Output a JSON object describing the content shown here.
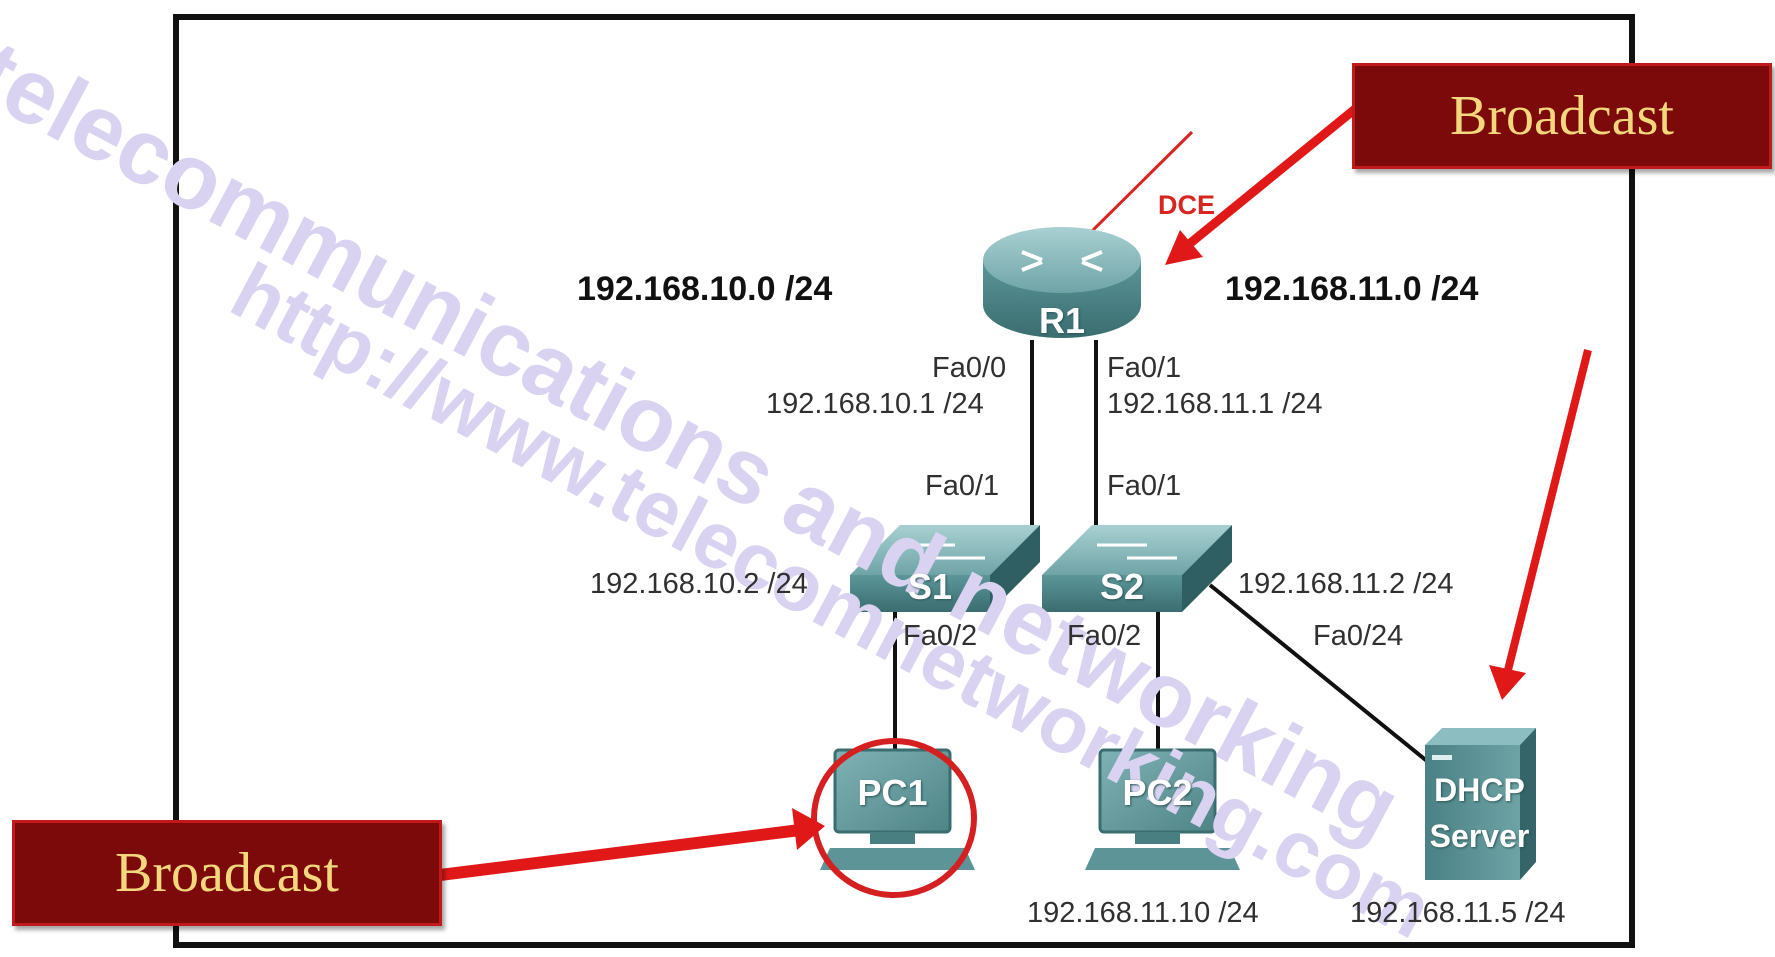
{
  "watermark": {
    "line1": "telecommunications and networking",
    "line2": "http://www.telecomnetworking.com"
  },
  "networks": {
    "left": "192.168.10.0 /24",
    "right": "192.168.11.0 /24"
  },
  "dce_label": "DCE",
  "devices": {
    "router": "R1",
    "switch1": "S1",
    "switch2": "S2",
    "pc1": "PC1",
    "pc2": "PC2",
    "server_line1": "DHCP",
    "server_line2": "Server"
  },
  "interfaces": {
    "r1_fa00": "Fa0/0",
    "r1_fa00_ip": "192.168.10.1 /24",
    "r1_fa01": "Fa0/1",
    "r1_fa01_ip": "192.168.11.1 /24",
    "s1_fa01": "Fa0/1",
    "s2_fa01": "Fa0/1",
    "s1_ip": "192.168.10.2 /24",
    "s2_ip": "192.168.11.2 /24",
    "s1_fa02": "Fa0/2",
    "s2_fa02": "Fa0/2",
    "s2_fa024": "Fa0/24"
  },
  "hosts": {
    "pc2_ip": "192.168.11.10 /24",
    "server_ip": "192.168.11.5 /24"
  },
  "callouts": {
    "top": "Broadcast",
    "bottom": "Broadcast"
  },
  "colors": {
    "device": "#4f8c8f",
    "callout_bg": "#7d0a0a",
    "callout_text": "#f2d77c",
    "arrow": "#e01818"
  }
}
